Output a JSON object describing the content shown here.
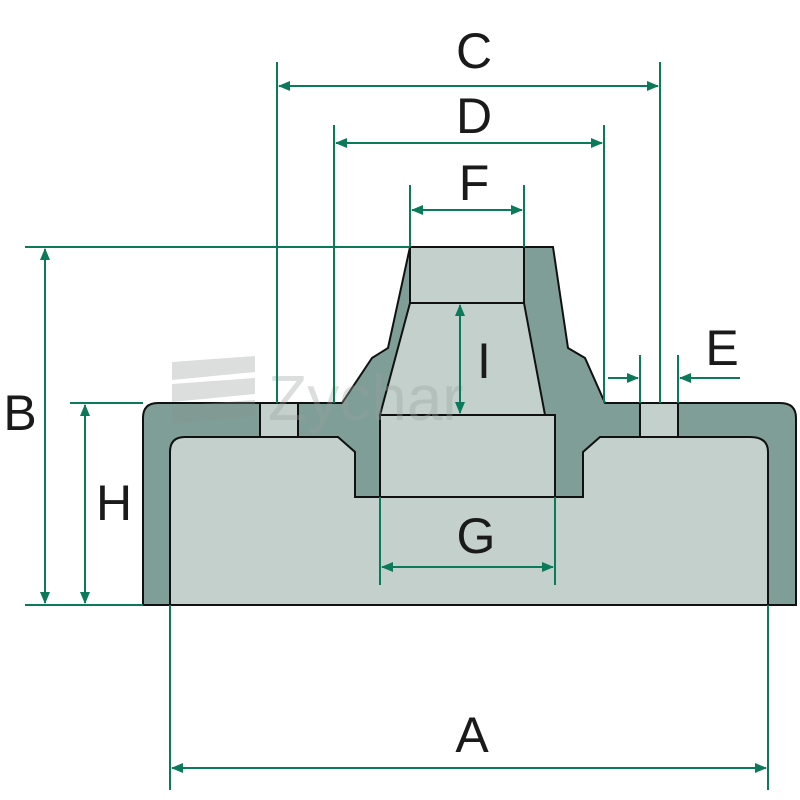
{
  "watermark": {
    "text": "Zychar"
  },
  "dimensions": {
    "A": "A",
    "B": "B",
    "C": "C",
    "D": "D",
    "E": "E",
    "F": "F",
    "G": "G",
    "H": "H",
    "I": "I"
  },
  "colors": {
    "dimension_line": "#0b7a5a",
    "outline": "#111111",
    "part_section": "#7f9e97",
    "part_inner": "#c3d0cb",
    "label_text": "#1a1a1a"
  }
}
